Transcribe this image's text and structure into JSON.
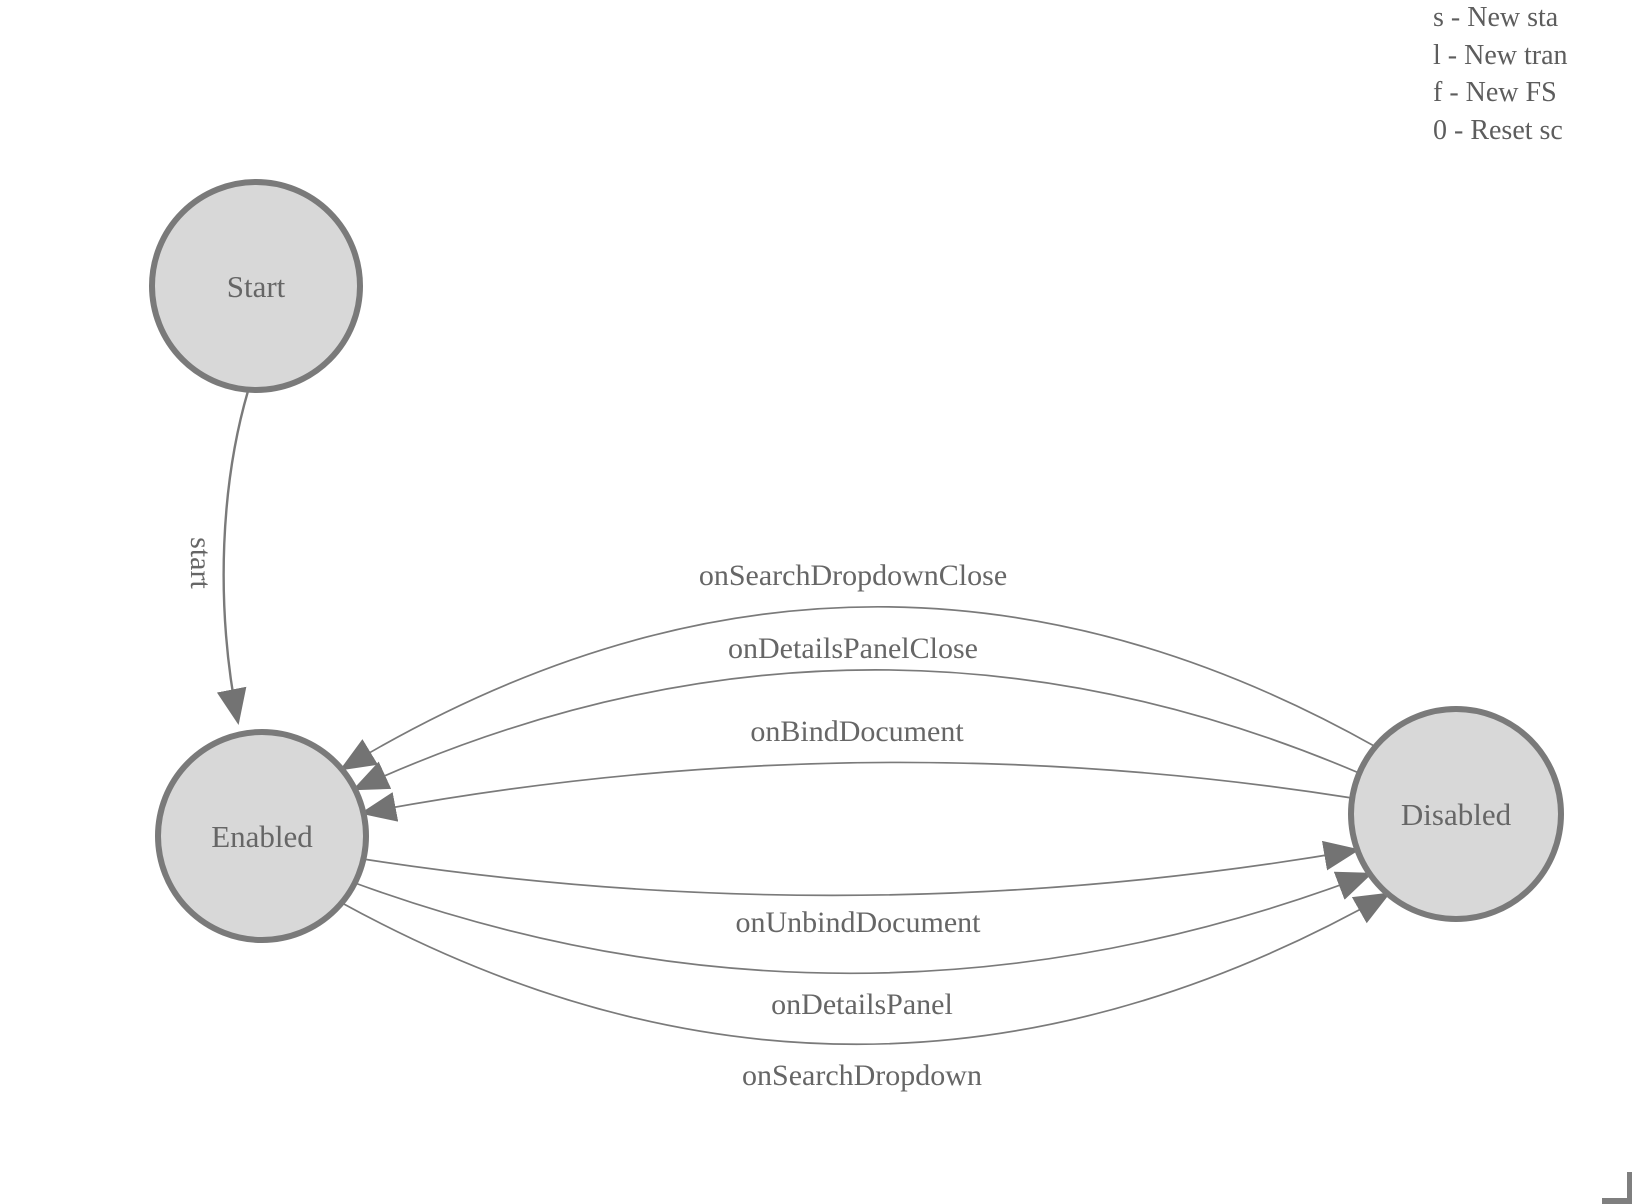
{
  "diagram": {
    "type": "finite-state-machine",
    "states": [
      {
        "name": "Start"
      },
      {
        "name": "Enabled"
      },
      {
        "name": "Disabled"
      }
    ],
    "start_edge": {
      "label": "start",
      "from": "Start",
      "to": "Enabled"
    },
    "transitions": [
      {
        "label": "onSearchDropdownClose",
        "from": "Disabled",
        "to": "Enabled"
      },
      {
        "label": "onDetailsPanelClose",
        "from": "Disabled",
        "to": "Enabled"
      },
      {
        "label": "onBindDocument",
        "from": "Disabled",
        "to": "Enabled"
      },
      {
        "label": "onUnbindDocument",
        "from": "Enabled",
        "to": "Disabled"
      },
      {
        "label": "onDetailsPanel",
        "from": "Enabled",
        "to": "Disabled"
      },
      {
        "label": "onSearchDropdown",
        "from": "Enabled",
        "to": "Disabled"
      }
    ]
  },
  "legend": {
    "lines": [
      "s - New sta",
      "l - New tran",
      "f - New FS",
      "0 - Reset sc"
    ]
  },
  "colors": {
    "state_fill": "#d8d8d8",
    "state_stroke": "#7a7a7a",
    "edge_stroke": "#7a7a7a",
    "arrow_fill": "#737373",
    "text": "#666666",
    "background": "#ffffff"
  }
}
